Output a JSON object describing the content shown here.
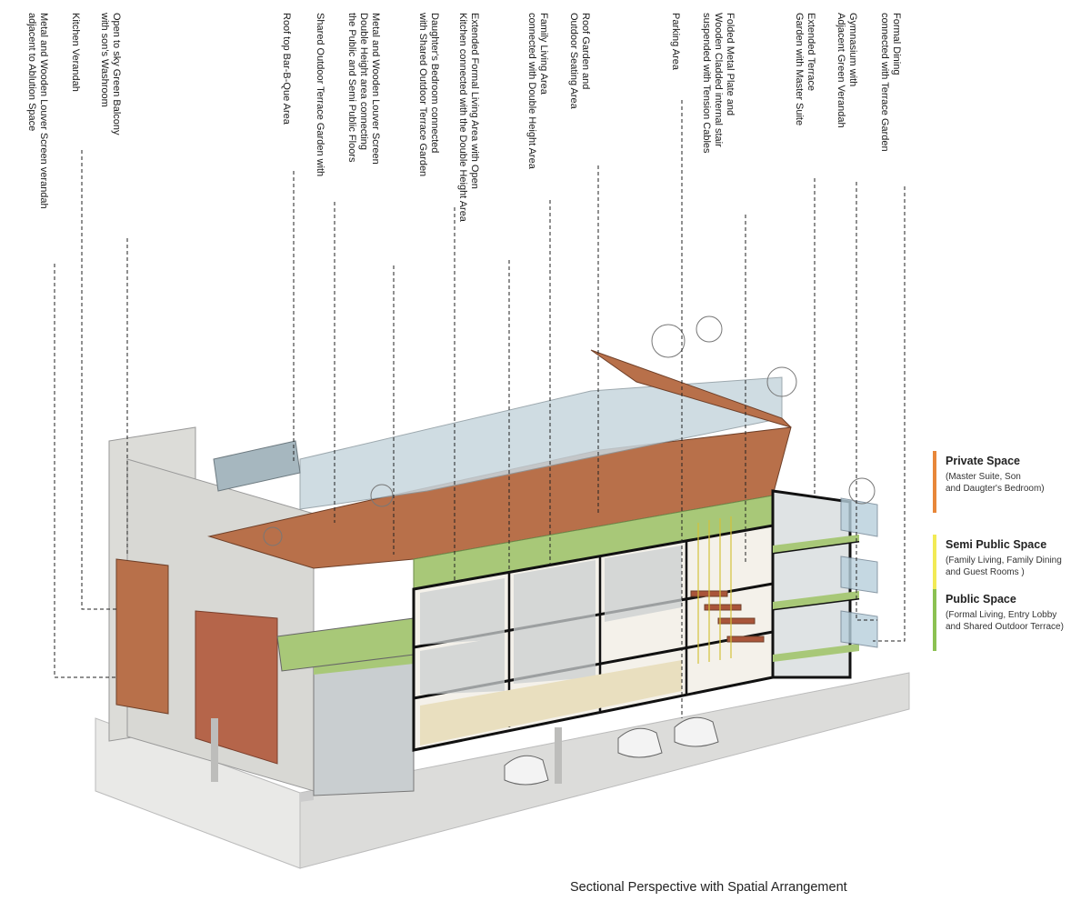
{
  "callouts": [
    {
      "id": "c1",
      "text": "Metal and Wooden Louver Screen verandah\nadjacent to Ablution Space"
    },
    {
      "id": "c2",
      "text": "Kitchen Verandah"
    },
    {
      "id": "c3",
      "text": "Open to sky Green Balcony\nwith son's Washroom"
    },
    {
      "id": "c4",
      "text": "Roof top Bar-B-Que Area"
    },
    {
      "id": "c5",
      "text": "Shared Outdoor Terrace Garden with"
    },
    {
      "id": "c6",
      "text": "Metal and Wooden Louver Screen\nDouble Height area connecting\nthe Public and Semi Public Floors"
    },
    {
      "id": "c7",
      "text": "Daughter's Bedroom connected\nwith Shared Outdoor Terrace Garden"
    },
    {
      "id": "c8",
      "text": "Extended Formal Living Area with Open\nKitchen connected with the Double Height Area"
    },
    {
      "id": "c9",
      "text": "Family Living Area\nconnected with Double Height Area"
    },
    {
      "id": "c10",
      "text": "Roof Garden and\nOutdoor Seating Area"
    },
    {
      "id": "c11",
      "text": "Parking Area"
    },
    {
      "id": "c12",
      "text": "Folded Metal Plate and\nWooden Cladded internal stair\nsuspended with Tension Cables"
    },
    {
      "id": "c13",
      "text": "Extended Terrace\nGarden with Master Suite"
    },
    {
      "id": "c14",
      "text": "Gymnasium with\nAdjacent Green Verandah"
    },
    {
      "id": "c15",
      "text": "Formal Dining\nconnected with Terrace Garden"
    }
  ],
  "legend": [
    {
      "title": "Private Space",
      "desc": "(Master Suite, Son\nand Daugter's Bedroom)",
      "color": "#e8873a"
    },
    {
      "title": "Semi Public Space",
      "desc": "(Family Living, Family Dining\nand Guest Rooms )",
      "color": "#f2ea55"
    },
    {
      "title": "Public Space",
      "desc": "(Formal Living, Entry Lobby\nand Shared Outdoor Terrace)",
      "color": "#8cc152"
    }
  ],
  "caption": "Sectional Perspective with Spatial Arrangement",
  "colors": {
    "wood": "#b8704a",
    "brick": "#b5654a",
    "green_roof": "#a8c878",
    "glass": "#b7cfdc",
    "concrete": "#d9d9d6",
    "ground": "#e4e4e2"
  }
}
